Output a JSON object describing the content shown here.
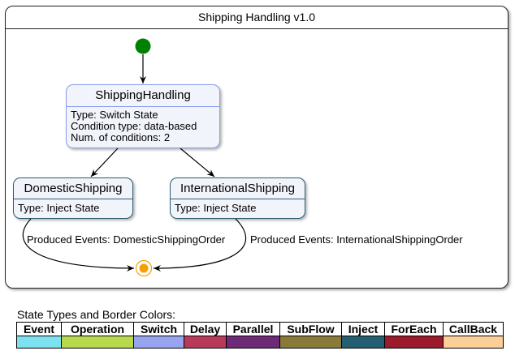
{
  "diagram": {
    "title": "Shipping Handling v1.0",
    "states": {
      "shipping_handling": {
        "name": "ShippingHandling",
        "lines": [
          "Type: Switch State",
          "Condition type: data-based",
          "Num. of conditions: 2"
        ]
      },
      "domestic_shipping": {
        "name": "DomesticShipping",
        "lines": [
          "Type: Inject State"
        ]
      },
      "international_shipping": {
        "name": "InternationalShipping",
        "lines": [
          "Type: Inject State"
        ]
      }
    },
    "edges": [
      {
        "from": "start",
        "to": "shipping_handling"
      },
      {
        "from": "shipping_handling",
        "to": "domestic_shipping"
      },
      {
        "from": "shipping_handling",
        "to": "international_shipping"
      },
      {
        "from": "domestic_shipping",
        "to": "end",
        "label": "Produced Events: DomesticShippingOrder"
      },
      {
        "from": "international_shipping",
        "to": "end",
        "label": "Produced Events: InternationalShippingOrder"
      }
    ],
    "colors": {
      "start_node": "#008000",
      "end_node": "#f5a000",
      "switch_border": "#8d9cf0",
      "inject_border": "#2a5e6e",
      "state_fill": "#f2f4fb"
    }
  },
  "legend": {
    "caption": "State Types and Border Colors:",
    "items": [
      {
        "label": "Event",
        "color": "#7ee1ef"
      },
      {
        "label": "Operation",
        "color": "#b8d94c"
      },
      {
        "label": "Switch",
        "color": "#97a4f0"
      },
      {
        "label": "Delay",
        "color": "#b83a5a"
      },
      {
        "label": "Parallel",
        "color": "#6e2a76"
      },
      {
        "label": "SubFlow",
        "color": "#8a7a3a"
      },
      {
        "label": "Inject",
        "color": "#235f70"
      },
      {
        "label": "ForEach",
        "color": "#9b1a2c"
      },
      {
        "label": "CallBack",
        "color": "#fccf98"
      }
    ]
  }
}
